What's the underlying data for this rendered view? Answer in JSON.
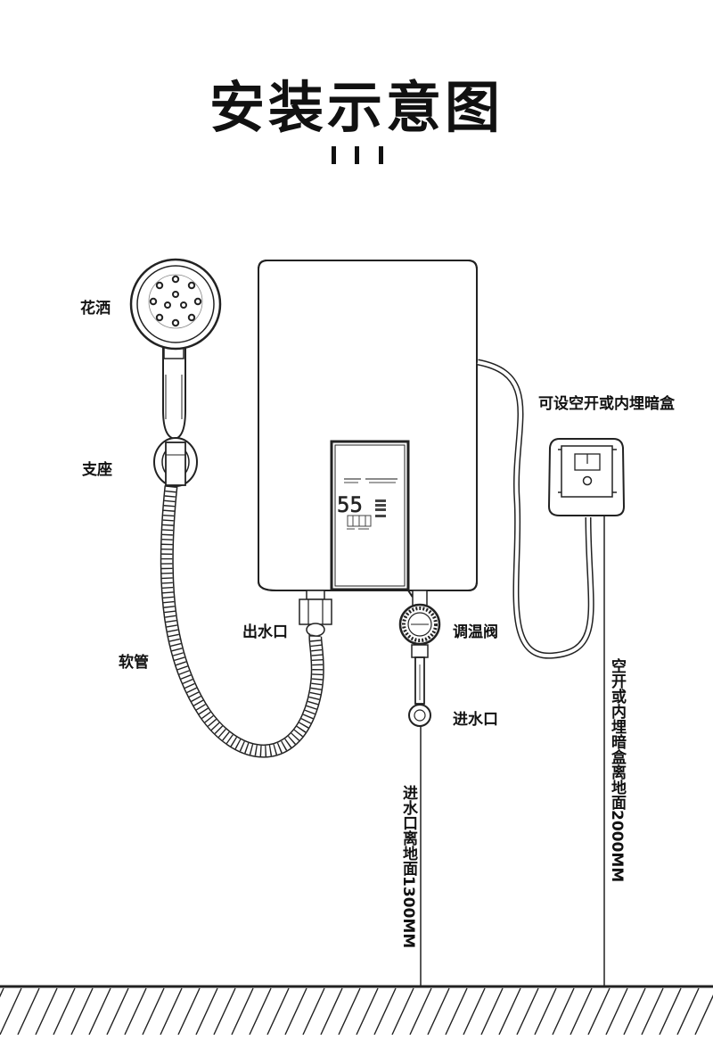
{
  "title": "安装示意图",
  "labels": {
    "shower_head": "花洒",
    "bracket": "支座",
    "hose": "软管",
    "water_outlet": "出水口",
    "temp_valve": "调温阀",
    "water_inlet": "进水口",
    "switch_box": "可设空开或内埋暗盒"
  },
  "dimensions": {
    "inlet_height": "进水口离地面1300MM",
    "switch_height": "空开或内埋暗盒离地面2000MM"
  },
  "display": {
    "temperature": "55"
  }
}
